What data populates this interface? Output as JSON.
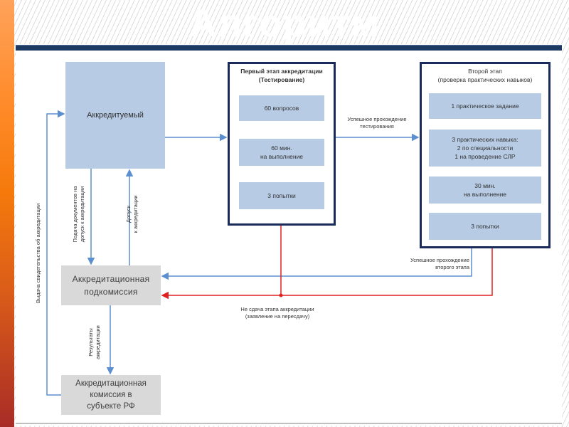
{
  "slide": {
    "title": "Алгоритм",
    "colors": {
      "accent_navy": "#1d3a63",
      "stage_border": "#1a2a5a",
      "blue_box": "#b7cbe4",
      "gray_box": "#d9d9d9",
      "flow_blue": "#5b8fd0",
      "flow_red": "#e02020"
    }
  },
  "nodes": {
    "accredited": "Аккредитуемый",
    "subcommission": "Аккредитационная\nподкомиссия",
    "commission": "Аккредитационная\nкомиссия в\nсубъекте РФ"
  },
  "stage1": {
    "title": "Первый этап аккредитации\n(Тестирование)",
    "items": [
      "60 вопросов",
      "60 мин.\nна выполнение",
      "3 попытки"
    ]
  },
  "stage2": {
    "title": "Второй этап\n(проверка практических навыков)",
    "items": [
      "1 практическое задание",
      "3 практических навыка:\n2 по специальности\n1 на проведение СЛР",
      "30 мин.\nна выполнение",
      "3 попытки"
    ]
  },
  "edges": {
    "stage1_success": "Успешное прохождение\nтестирования",
    "stage2_success": "Успешное прохождение\nвторого этапа",
    "failure": "Не сдача этапа аккредитации\n(заявление на пересдачу)",
    "submit_docs": "Подача документов на\nдопуск к аккредитации",
    "admission": "Допуск\nк аккредитации",
    "results": "Результаты\nаккредитации",
    "certificate": "Выдача  свидетельства об аккредитации"
  }
}
